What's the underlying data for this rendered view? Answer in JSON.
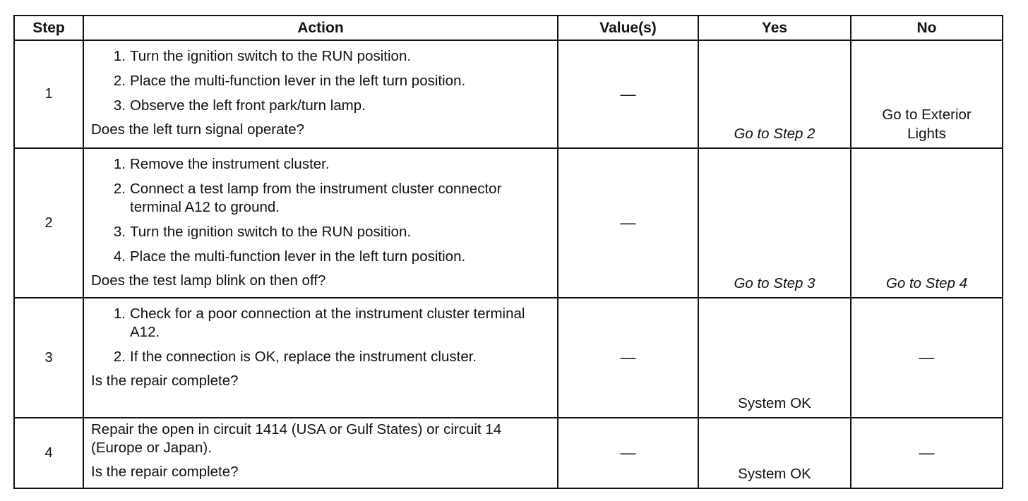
{
  "headers": {
    "step": "Step",
    "action": "Action",
    "values": "Value(s)",
    "yes": "Yes",
    "no": "No"
  },
  "rows": [
    {
      "step": "1",
      "items": [
        {
          "num": "1.",
          "text": "Turn the ignition switch to the RUN position."
        },
        {
          "num": "2.",
          "text": "Place the multi-function lever in the left turn position."
        },
        {
          "num": "3.",
          "text": "Observe the left front park/turn lamp."
        }
      ],
      "question": "Does the left turn signal operate?",
      "value": "—",
      "yes": "Go to Step 2",
      "no": "Go to Exterior Lights"
    },
    {
      "step": "2",
      "items": [
        {
          "num": "1.",
          "text": "Remove the instrument cluster."
        },
        {
          "num": "2.",
          "text": "Connect a test lamp from the instrument cluster connector terminal A12 to ground."
        },
        {
          "num": "3.",
          "text": "Turn the ignition switch to the RUN position."
        },
        {
          "num": "4.",
          "text": "Place the multi-function lever in the left turn position."
        }
      ],
      "question": "Does the test lamp blink on then off?",
      "value": "—",
      "yes": "Go to Step 3",
      "no": "Go to Step 4"
    },
    {
      "step": "3",
      "items": [
        {
          "num": "1.",
          "text": "Check for a poor connection at the instrument cluster terminal A12."
        },
        {
          "num": "2.",
          "text": "If the connection is OK, replace the instrument cluster."
        }
      ],
      "question": "Is the repair complete?",
      "value": "—",
      "yes": "System OK",
      "no": "—"
    },
    {
      "step": "4",
      "text": "Repair the open in circuit 1414 (USA or Gulf States) or circuit 14 (Europe or Japan).",
      "question": "Is the repair complete?",
      "value": "—",
      "yes": "System OK",
      "no": "—"
    }
  ]
}
